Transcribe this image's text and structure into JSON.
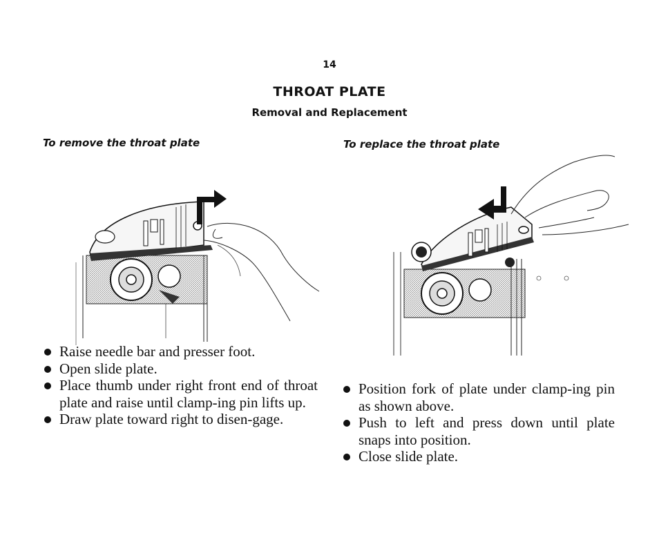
{
  "page_number": "14",
  "title": "THROAT PLATE",
  "subtitle": "Removal and Replacement",
  "remove": {
    "heading": "To remove the throat plate",
    "steps": [
      "Raise needle bar and presser foot.",
      "Open slide plate.",
      "Place thumb under right front end of throat plate and raise until clamp-ing pin lifts up.",
      "Draw plate toward right to disen-gage."
    ]
  },
  "replace": {
    "heading": "To replace the throat plate",
    "steps": [
      "Position fork of plate under clamp-ing pin as shown above.",
      "Push to left and press down until plate snaps into position.",
      "Close slide plate."
    ]
  }
}
